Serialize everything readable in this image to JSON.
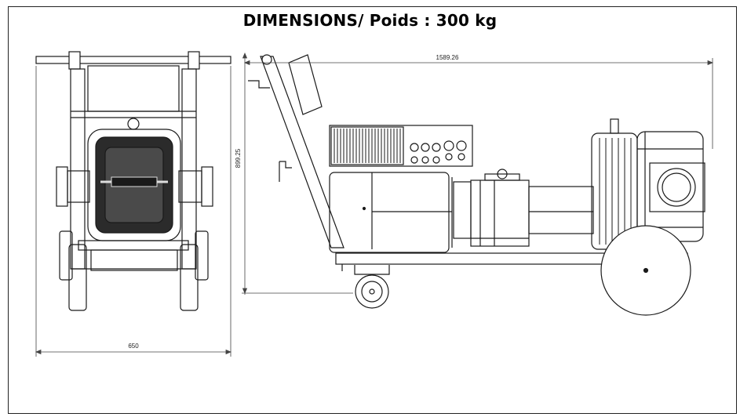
{
  "title": "DIMENSIONS/ Poids : 300 kg",
  "dimensions": {
    "front_width": "650",
    "side_length": "1589.26",
    "side_height": "899.25"
  },
  "colors": {
    "line": "#1a1a1a",
    "dim_line": "#444444",
    "fill_dark": "#2b2b2b",
    "fill_light": "#f4f4f4"
  }
}
